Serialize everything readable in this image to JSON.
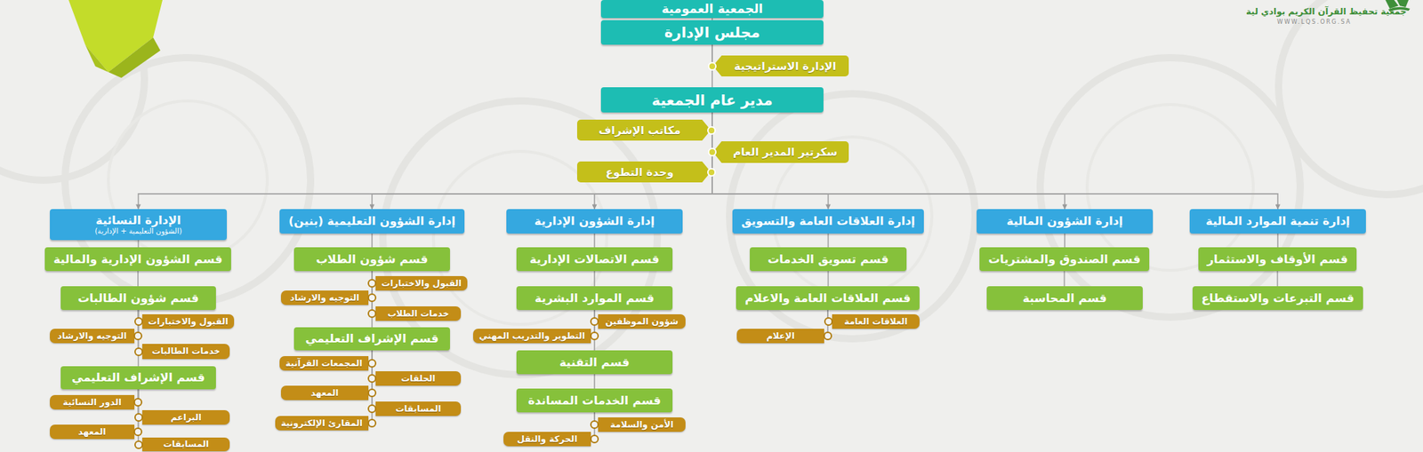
{
  "diagram": {
    "nodes": [
      {
        "text": [
          "الجمعية العمومية"
        ]
      },
      {
        "text": [
          "مجلس الإدارة"
        ]
      },
      {
        "text": [
          "الإدارة الاستراتيجية"
        ]
      },
      {
        "text": [
          "مدير عام الجمعية"
        ]
      },
      {
        "text": [
          "مكاتب الإشراف"
        ]
      },
      {
        "text": [
          "سكرتير المدير العام"
        ]
      },
      {
        "text": [
          "وحدة التطوع"
        ]
      },
      {
        "text": [
          "إدارة تنمية الموارد المالية"
        ]
      },
      {
        "text": [
          "قسم الأوقاف والاستثمار"
        ]
      },
      {
        "text": [
          "قسم التبرعات والاستقطاع"
        ]
      },
      {
        "text": [
          "إدارة الشؤون المالية"
        ]
      },
      {
        "text": [
          "قسم الصندوق والمشتريات"
        ]
      },
      {
        "text": [
          "قسم المحاسبة"
        ]
      },
      {
        "text": [
          "إدارة العلاقات العامة والتسويق"
        ]
      },
      {
        "text": [
          "قسم تسويق الخدمات"
        ]
      },
      {
        "text": [
          "قسم العلاقات العامة والاعلام"
        ]
      },
      {
        "text": [
          "العلاقات العامة"
        ]
      },
      {
        "text": [
          "الإعلام"
        ]
      },
      {
        "text": [
          "إدارة الشؤون الإدارية"
        ]
      },
      {
        "text": [
          "قسم الاتصالات الإدارية"
        ]
      },
      {
        "text": [
          "قسم الموارد البشرية"
        ]
      },
      {
        "text": [
          "شؤون الموظفين"
        ]
      },
      {
        "text": [
          "التطوير والتدريب المهني"
        ]
      },
      {
        "text": [
          "قسم التقنية"
        ]
      },
      {
        "text": [
          "قسم الخدمات المساندة"
        ]
      },
      {
        "text": [
          "الأمن والسلامة"
        ]
      },
      {
        "text": [
          "الحركة والنقل"
        ]
      },
      {
        "text": [
          "إدارة الشؤون التعليمية (بنين)"
        ]
      },
      {
        "text": [
          "قسم شؤون الطلاب"
        ]
      },
      {
        "text": [
          "القبول والاختبارات"
        ]
      },
      {
        "text": [
          "التوجيه والارشاد"
        ]
      },
      {
        "text": [
          "خدمات الطلاب"
        ]
      },
      {
        "text": [
          "قسم الإشراف التعليمي"
        ]
      },
      {
        "text": [
          "المجمعات القرآنية"
        ]
      },
      {
        "text": [
          "الحلقات"
        ]
      },
      {
        "text": [
          "المعهد"
        ]
      },
      {
        "text": [
          "المسابقات"
        ]
      },
      {
        "text": [
          "المقارئ الإلكترونية"
        ]
      },
      {
        "text": [
          "الإدارة النسائية",
          "(الشؤون التعليمية + الإدارية)"
        ]
      },
      {
        "text": [
          "قسم الشؤون الإدارية والمالية"
        ]
      },
      {
        "text": [
          "قسم شؤون الطالبات"
        ]
      },
      {
        "text": [
          "القبول والاختبارات"
        ]
      },
      {
        "text": [
          "التوجيه والارشاد"
        ]
      },
      {
        "text": [
          "خدمات الطالبات"
        ]
      },
      {
        "text": [
          "قسم الإشراف التعليمي"
        ]
      },
      {
        "text": [
          "الدور النسائية"
        ]
      },
      {
        "text": [
          "البراعم"
        ]
      },
      {
        "text": [
          "المعهد"
        ]
      },
      {
        "text": [
          "المسابقات"
        ]
      }
    ],
    "edges": [
      {
        "from": 0,
        "to": 1,
        "arrow": "none"
      },
      {
        "from": 1,
        "to": 2,
        "arrow": "none"
      },
      {
        "from": 1,
        "to": 3,
        "arrow": "none"
      },
      {
        "from": 3,
        "to": 4,
        "arrow": "none"
      },
      {
        "from": 3,
        "to": 5,
        "arrow": "none"
      },
      {
        "from": 3,
        "to": 6,
        "arrow": "none"
      },
      {
        "from": 3,
        "to": 7,
        "arrow": "to"
      },
      {
        "from": 3,
        "to": 10,
        "arrow": "to"
      },
      {
        "from": 3,
        "to": 13,
        "arrow": "to"
      },
      {
        "from": 3,
        "to": 18,
        "arrow": "to"
      },
      {
        "from": 3,
        "to": 27,
        "arrow": "to"
      },
      {
        "from": 3,
        "to": 38,
        "arrow": "to"
      },
      {
        "from": 7,
        "to": 8,
        "arrow": "none"
      },
      {
        "from": 8,
        "to": 9,
        "arrow": "none"
      },
      {
        "from": 10,
        "to": 11,
        "arrow": "none"
      },
      {
        "from": 11,
        "to": 12,
        "arrow": "none"
      },
      {
        "from": 13,
        "to": 14,
        "arrow": "none"
      },
      {
        "from": 14,
        "to": 15,
        "arrow": "none"
      },
      {
        "from": 15,
        "to": 16,
        "arrow": "none"
      },
      {
        "from": 15,
        "to": 17,
        "arrow": "none"
      },
      {
        "from": 18,
        "to": 19,
        "arrow": "none"
      },
      {
        "from": 19,
        "to": 20,
        "arrow": "none"
      },
      {
        "from": 20,
        "to": 21,
        "arrow": "none"
      },
      {
        "from": 20,
        "to": 22,
        "arrow": "none"
      },
      {
        "from": 20,
        "to": 23,
        "arrow": "none"
      },
      {
        "from": 23,
        "to": 24,
        "arrow": "none"
      },
      {
        "from": 24,
        "to": 25,
        "arrow": "none"
      },
      {
        "from": 24,
        "to": 26,
        "arrow": "none"
      },
      {
        "from": 27,
        "to": 28,
        "arrow": "none"
      },
      {
        "from": 28,
        "to": 29,
        "arrow": "none"
      },
      {
        "from": 28,
        "to": 30,
        "arrow": "none"
      },
      {
        "from": 28,
        "to": 31,
        "arrow": "none"
      },
      {
        "from": 28,
        "to": 32,
        "arrow": "none"
      },
      {
        "from": 32,
        "to": 33,
        "arrow": "none"
      },
      {
        "from": 32,
        "to": 34,
        "arrow": "none"
      },
      {
        "from": 32,
        "to": 35,
        "arrow": "none"
      },
      {
        "from": 32,
        "to": 36,
        "arrow": "none"
      },
      {
        "from": 32,
        "to": 37,
        "arrow": "none"
      },
      {
        "from": 38,
        "to": 39,
        "arrow": "none"
      },
      {
        "from": 39,
        "to": 40,
        "arrow": "none"
      },
      {
        "from": 40,
        "to": 41,
        "arrow": "none"
      },
      {
        "from": 40,
        "to": 42,
        "arrow": "none"
      },
      {
        "from": 40,
        "to": 43,
        "arrow": "none"
      },
      {
        "from": 40,
        "to": 44,
        "arrow": "none"
      },
      {
        "from": 44,
        "to": 45,
        "arrow": "none"
      },
      {
        "from": 44,
        "to": 46,
        "arrow": "none"
      },
      {
        "from": 44,
        "to": 47,
        "arrow": "none"
      },
      {
        "from": 44,
        "to": 48,
        "arrow": "none"
      }
    ],
    "labels": [
      "جمعية تحفيظ القرآن الكريم بوادي لية",
      "WWW.LQS.ORG.SA"
    ]
  }
}
